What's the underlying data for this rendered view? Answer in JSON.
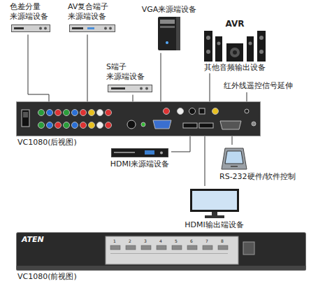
{
  "diagram": {
    "nodes": [
      {
        "text": [
          "色差分量 来源端设备"
        ]
      },
      {
        "text": [
          "AV复合端子 来源端设备"
        ]
      },
      {
        "text": [
          "VGA来源端设备"
        ]
      },
      {
        "text": [
          "AVR",
          "其他音频输出设备"
        ]
      },
      {
        "text": [
          "S端子 来源端设备"
        ]
      },
      {
        "text": [
          "VC1080(后视图)"
        ]
      },
      {
        "text": [
          "HDMI来源端设备"
        ]
      },
      {
        "text": [
          "RS-232硬件/软件控制"
        ]
      },
      {
        "text": [
          "HDMI输出端设备"
        ]
      },
      {
        "text": [
          "ATEN",
          "VC1080(前视图)"
        ]
      }
    ],
    "edges": [
      {
        "from": 0,
        "to": 5,
        "arrow": "none"
      },
      {
        "from": 1,
        "to": 5,
        "arrow": "none"
      },
      {
        "from": 2,
        "to": 5,
        "arrow": "none"
      },
      {
        "from": 3,
        "to": 5,
        "arrow": "none"
      },
      {
        "from": 4,
        "to": 5,
        "arrow": "none"
      },
      {
        "from": 6,
        "to": 5,
        "arrow": "none"
      },
      {
        "from": 7,
        "to": 5,
        "arrow": "none"
      },
      {
        "from": 8,
        "to": 5,
        "arrow": "none"
      }
    ],
    "labels": [
      "红外线遥控信号延伸",
      "1",
      "2",
      "3",
      "4",
      "5",
      "6",
      "7",
      "8"
    ]
  }
}
